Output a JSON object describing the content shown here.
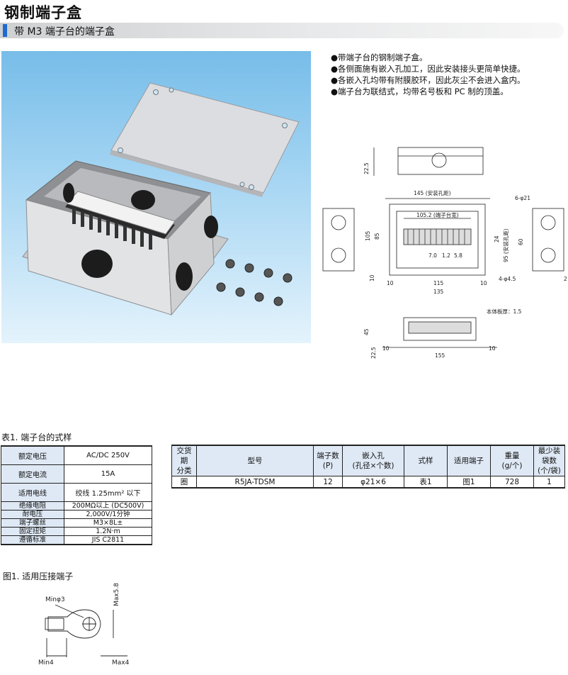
{
  "header": {
    "title": "钢制端子盒",
    "subtitle": "带 M3 端子台的端子盒"
  },
  "colors": {
    "accent_bar": "#1d6bd0",
    "table_header": "#dfe9f5",
    "photo_bg_top": "#77bde9",
    "photo_bg_bottom": "#e4f3fc"
  },
  "features": [
    "●带端子台的钢制端子盒。",
    "●各侧面施有嵌入孔加工，因此安装接头更简单快捷。",
    "●各嵌入孔均带有附膜胶环，因此灰尘不会进入盒内。",
    "●端子台为联结式，均带名号板和 PC 制的顶盖。"
  ],
  "drawing": {
    "dims": {
      "d22_5_top": "22.5",
      "d145": "145 (安装孔距)",
      "d6phi21": "6-φ21",
      "d105_2": "105.2 (端子台宽)",
      "d105": "105",
      "d85": "85",
      "d24": "24",
      "d95": "95 (安装孔距)",
      "d60": "60",
      "d7_0": "7.0",
      "d1_2": "1.2",
      "d5_8": "5.8",
      "d10a": "10",
      "d10b": "10",
      "d115": "115",
      "d10c": "10",
      "d4phi4_5": "4-φ4.5",
      "d135": "135",
      "d2": "2",
      "thickness": "本体板厚：1.5",
      "d45": "45",
      "d22_5_bot": "22.5",
      "d10d": "10",
      "d10e": "10",
      "d155": "155"
    }
  },
  "spec_table": {
    "caption": "表1. 端子台的式样",
    "rows": [
      {
        "label": "额定电压",
        "value": "AC/DC  250V"
      },
      {
        "label": "额定电流",
        "value": "15A"
      },
      {
        "label": "适用电线",
        "value": "绞线  1.25mm²  以下"
      },
      {
        "label": "绝缘电阻",
        "value": "200MΩ以上 (DC500V)"
      },
      {
        "label": "耐电压",
        "value": "2,000V/1分钟"
      },
      {
        "label": "端子螺丝",
        "value": "M3×8L±"
      },
      {
        "label": "固定扭矩",
        "value": "1.2N·m"
      },
      {
        "label": "遵循标准",
        "value": "JIS C2811"
      }
    ]
  },
  "product_table": {
    "headers": [
      "交货期\n分类",
      "型号",
      "端子数\n(P)",
      "嵌入孔\n(孔径×个数)",
      "式样",
      "适用端子",
      "重量\n(g/个)",
      "最少装袋数\n(个/袋)"
    ],
    "rows": [
      [
        "圈",
        "R5JA-TDSM",
        "12",
        "φ21×6",
        "表1",
        "图1",
        "728",
        "1"
      ]
    ]
  },
  "crimp_figure": {
    "caption": "图1. 适用压接端子",
    "labels": {
      "min_phi3": "Minφ3",
      "max5_8": "Max5.8",
      "min4": "Min4",
      "max4": "Max4"
    }
  }
}
